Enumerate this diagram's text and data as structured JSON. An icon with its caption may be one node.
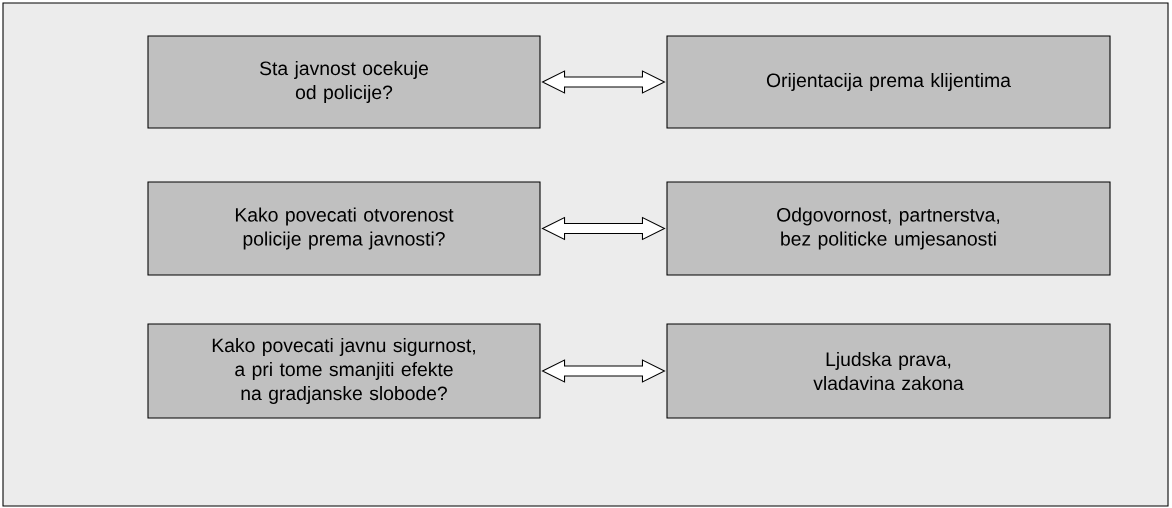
{
  "diagram": {
    "nodes": [
      {
        "text": [
          "Sta javnost ocekuje od policije?"
        ]
      },
      {
        "text": [
          "Orijentacija prema klijentima"
        ]
      },
      {
        "text": [
          "Kako povecati otvorenost policije prema javnosti?"
        ]
      },
      {
        "text": [
          "Odgovornost, partnerstva, bez politicke umjesanosti"
        ]
      },
      {
        "text": [
          "Kako povecati javnu sigurnost, a pri tome smanjiti efekte na gradjanske slobode?"
        ]
      },
      {
        "text": [
          "Ljudska prava, vladavina zakona"
        ]
      }
    ],
    "edges": [
      {
        "from": 0,
        "to": 1,
        "arrow": "both"
      },
      {
        "from": 2,
        "to": 3,
        "arrow": "both"
      },
      {
        "from": 4,
        "to": 5,
        "arrow": "both"
      }
    ]
  }
}
